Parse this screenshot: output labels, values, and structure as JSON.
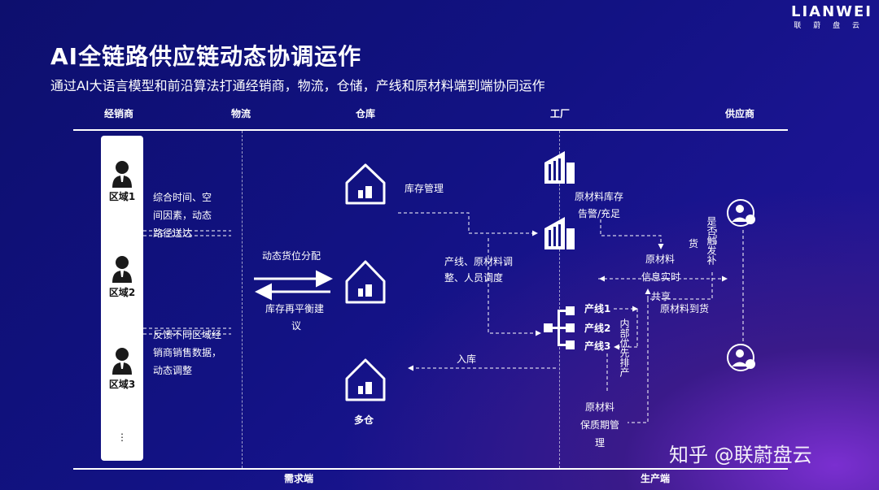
{
  "brand": {
    "logo": "LIANWEI",
    "logo_sub": "联 蔚 盘 云"
  },
  "title": "AI全链路供应链动态协调运作",
  "subtitle": "通过AI大语言模型和前沿算法打通经销商，物流，仓储，产线和原材料端到端协同运作",
  "columns": [
    "经销商",
    "物流",
    "仓库",
    "工厂",
    "供应商"
  ],
  "regions": [
    "区域1",
    "区域2",
    "区域3",
    "⋮"
  ],
  "distributor_notes": {
    "note1": [
      "综合时间、空",
      "间因素，动态",
      "路径送达"
    ],
    "note2": [
      "反馈不同区域经",
      "销商销售数据，",
      "动态调整"
    ]
  },
  "logistics": {
    "allocation": "动态货位分配",
    "rebalance": [
      "库存再平衡建",
      "议"
    ]
  },
  "warehouse": {
    "inventory": "库存管理",
    "multi": "多仓",
    "inbound": "入库"
  },
  "factory": {
    "adjust": [
      "产线、原材料调",
      "整、人员调度"
    ],
    "raw_alert": [
      "原材料库存",
      "告警/充足"
    ],
    "raw_info": [
      "原材料",
      "信息实时"
    ],
    "share": "共享",
    "raw_arrival": "原材料到货",
    "lines": [
      "产线1",
      "产线2",
      "产线3"
    ],
    "internal": "内部优先排产",
    "shelf": [
      "原材料",
      "保质期管",
      "理"
    ]
  },
  "supplier": {
    "trigger": "是否触发补",
    "goods": "货"
  },
  "footer": {
    "demand": "需求端",
    "production": "生产端"
  },
  "watermark": "知乎 @联蔚盘云"
}
